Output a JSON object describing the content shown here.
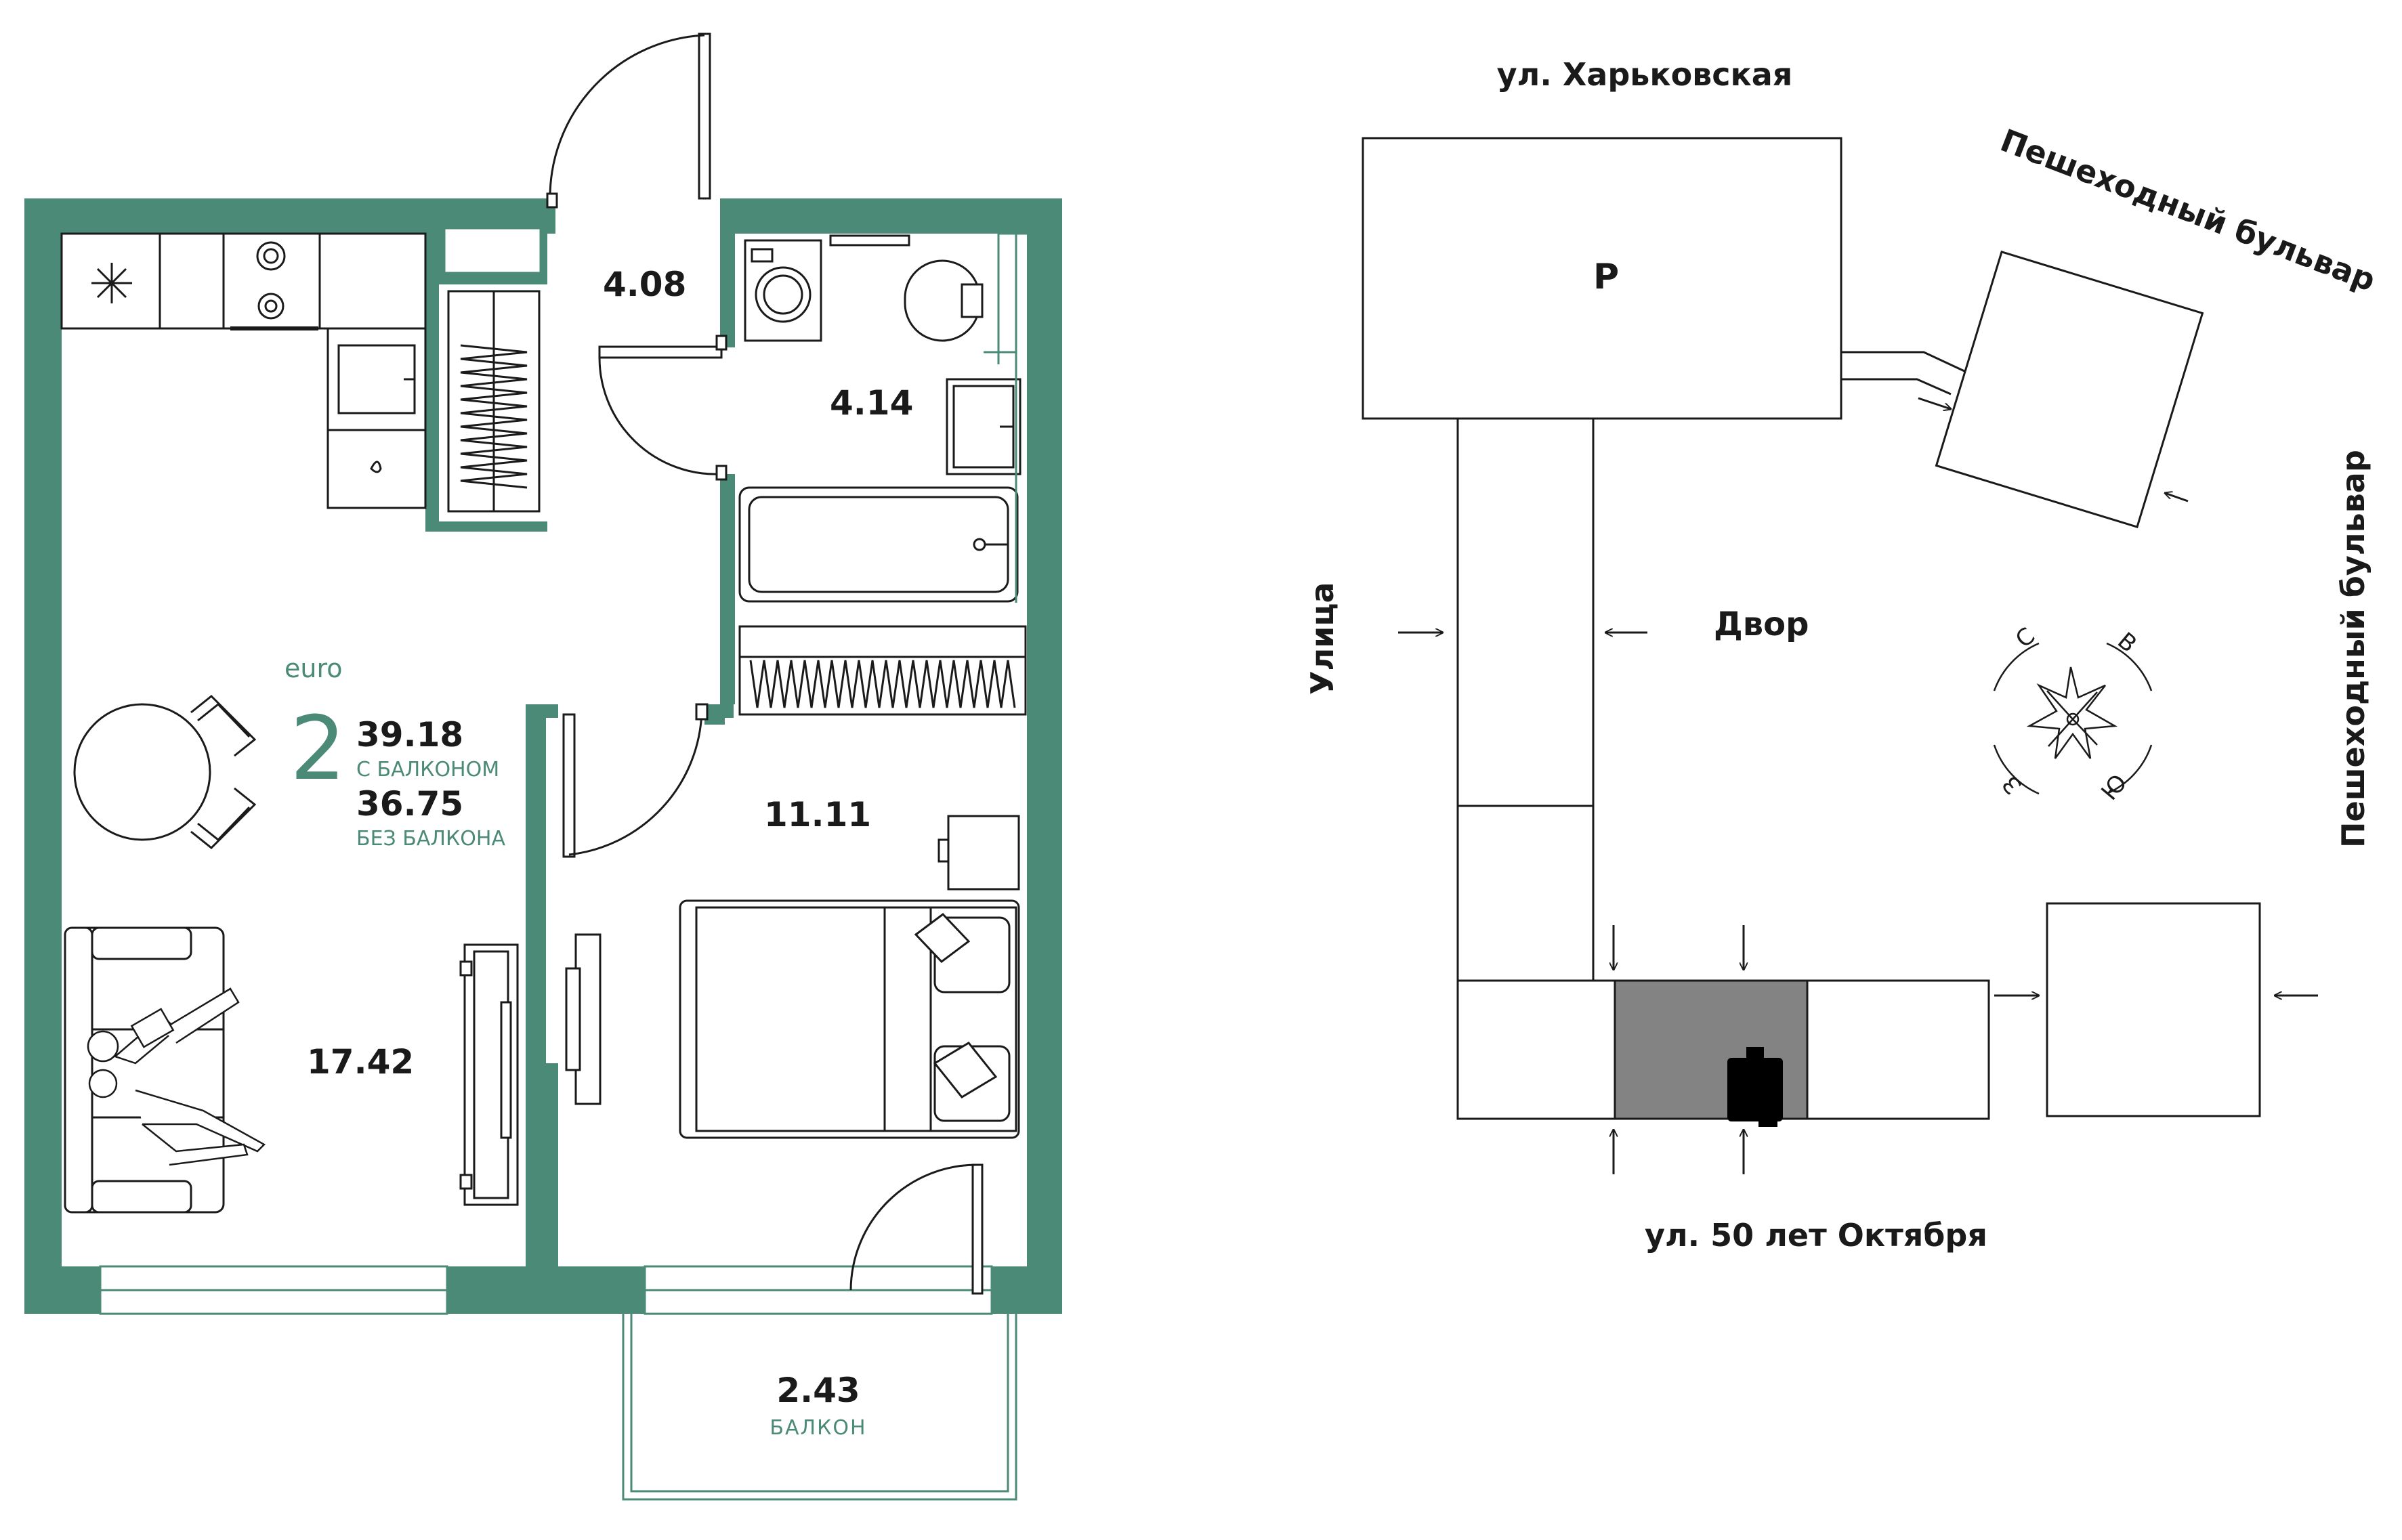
{
  "colors": {
    "wall": "#4b8a77",
    "fixture": "#1a1a1a",
    "accent": "#4b8a77",
    "entrance_block": "#838383",
    "page_background": "#ffffff"
  },
  "apartment": {
    "type_prefix": "euro",
    "rooms_count": "2",
    "area_with_balcony": "39.18",
    "with_balcony_label": "С БАЛКОНОМ",
    "area_without_balcony": "36.75",
    "without_balcony_label": "БЕЗ БАЛКОНА"
  },
  "rooms": {
    "hallway": "4.08",
    "bathroom": "4.14",
    "bedroom": "11.11",
    "living_kitchen": "17.42",
    "balcony": "2.43",
    "balcony_label": "БАЛКОН"
  },
  "site_plan": {
    "street_top": "ул. Харьковская",
    "boulevard_top": "Пешеходный бульвар",
    "boulevard_right": "Пешеходный бульвар",
    "street_left": "Улица",
    "street_bottom": "ул. 50 лет Октября",
    "yard": "Двор",
    "parking": "P"
  },
  "compass": {
    "north": "С",
    "east": "В",
    "south": "Ю",
    "west": "З"
  },
  "icons": {
    "compass": "compass-rose-icon",
    "entrance": "arrow-icon",
    "location": "apartment-marker-icon",
    "freezer": "snowflake-icon"
  }
}
